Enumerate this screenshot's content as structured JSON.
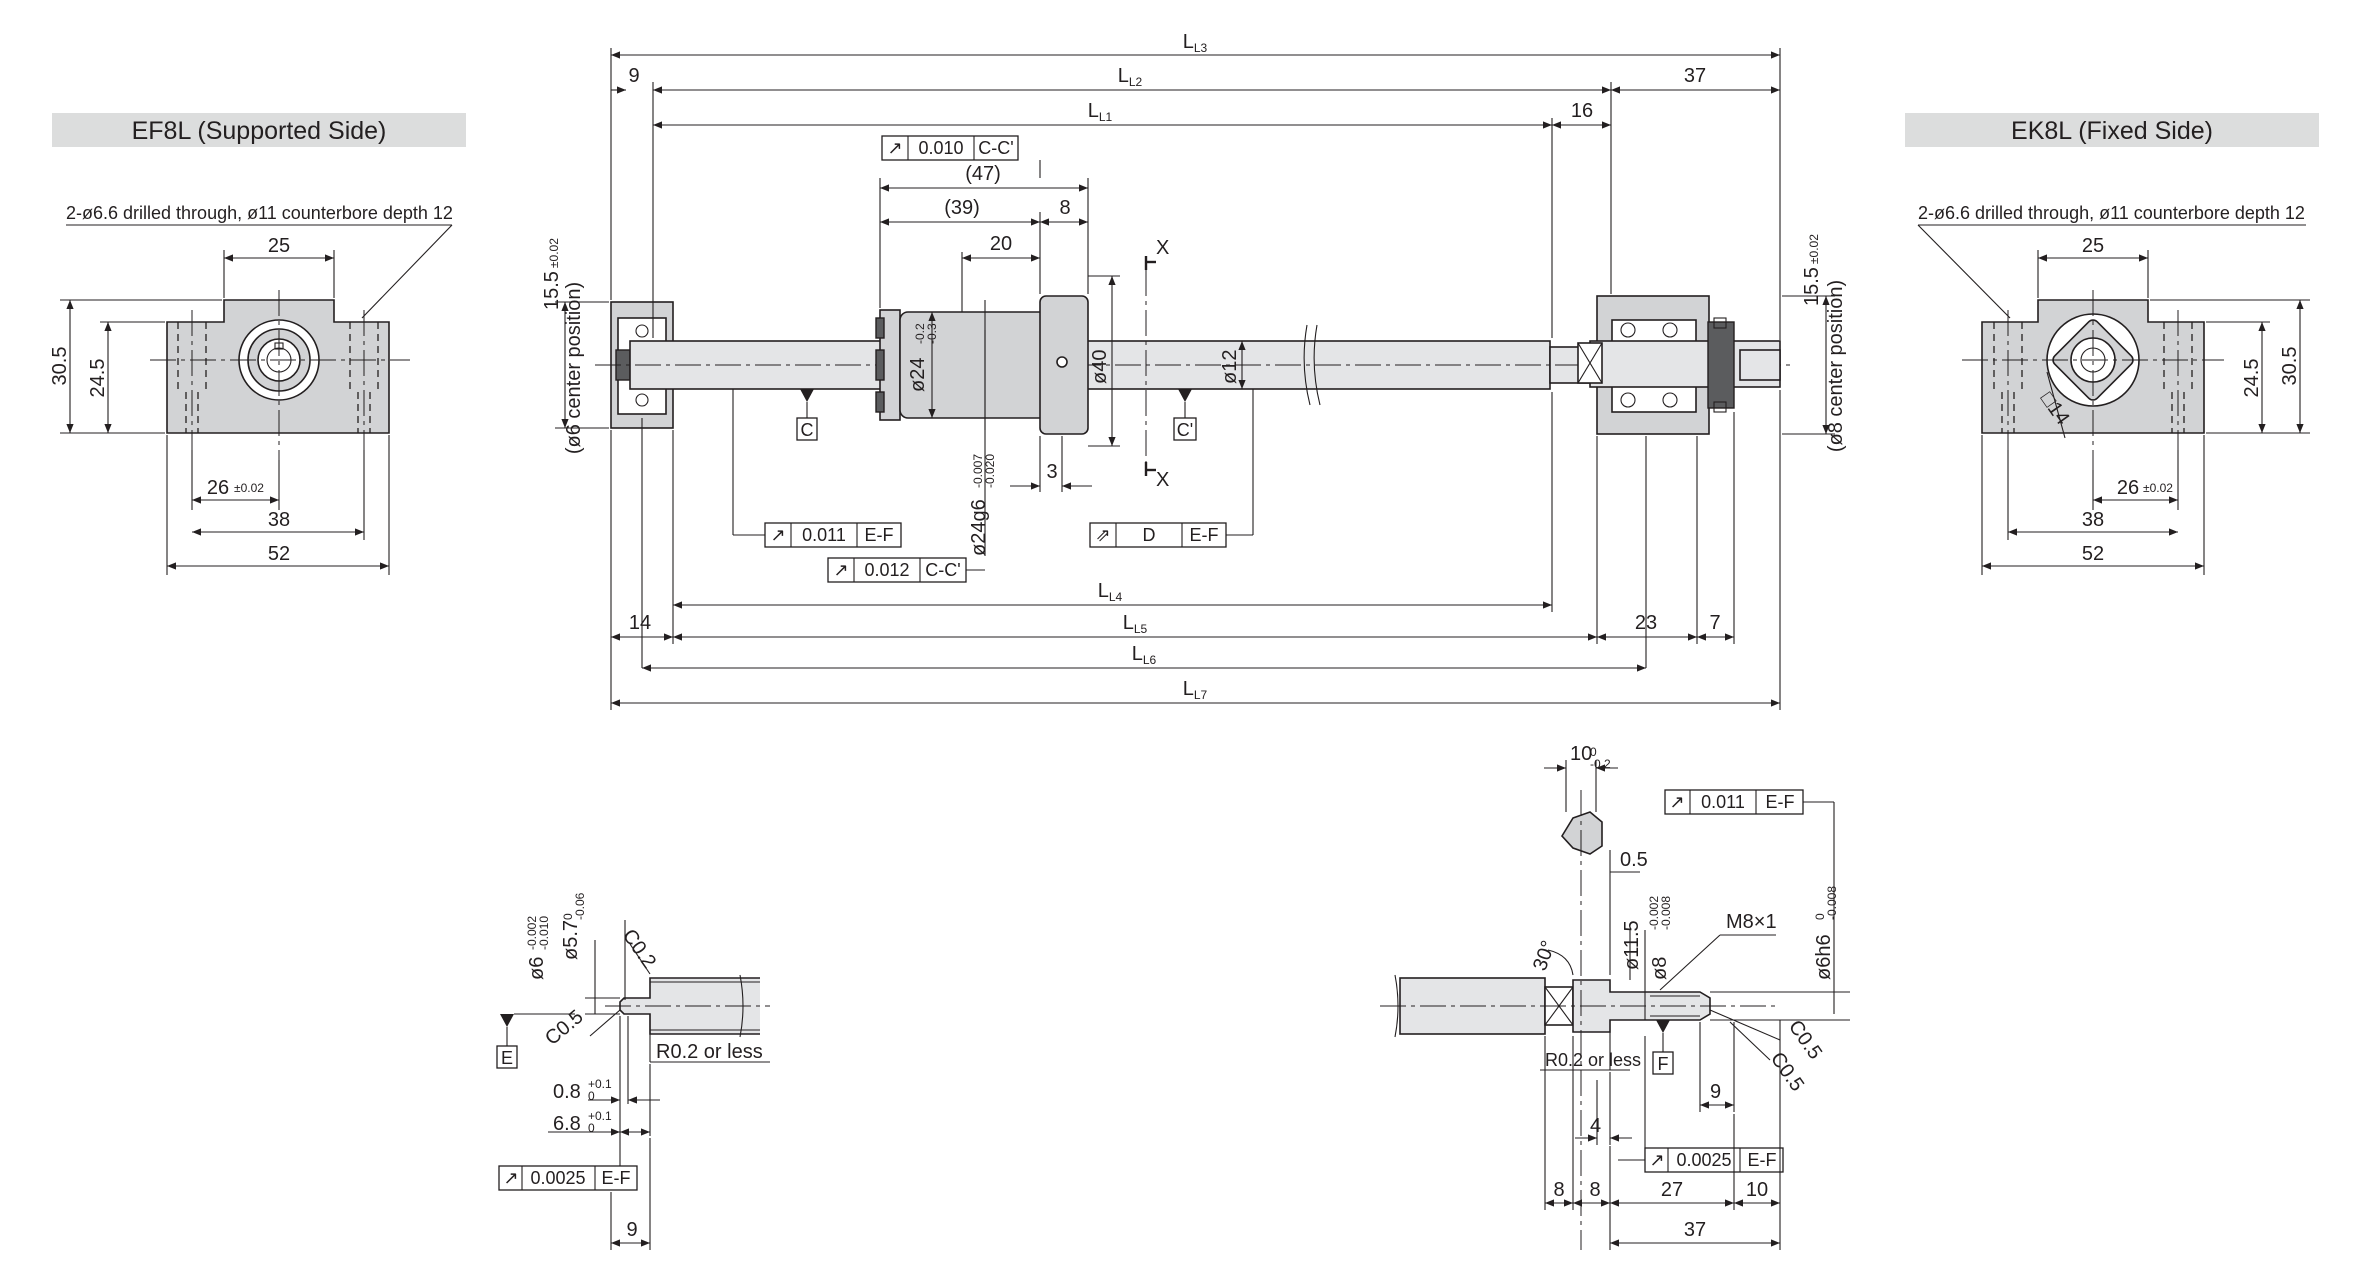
{
  "headers": {
    "left": "EF8L (Supported Side)",
    "right": "EK8L (Fixed Side)"
  },
  "left_view": {
    "note": "2-ø6.6 drilled through, ø11 counterbore depth 12",
    "dim_top": "25",
    "dim_h1": "30.5",
    "dim_h2": "24.5",
    "dim_26": "26",
    "tol_26": "±0.02",
    "dim_38": "38",
    "dim_52": "52"
  },
  "right_view": {
    "note": "2-ø6.6 drilled through, ø11 counterbore depth 12",
    "dim_top": "25",
    "dim_h1": "30.5",
    "dim_h2": "24.5",
    "dim_26": "26",
    "tol_26": "±0.02",
    "dim_38": "38",
    "dim_52": "52",
    "square": "14"
  },
  "main": {
    "L3": "L3",
    "L2": "L2",
    "L1": "L1",
    "L4": "L4",
    "L5": "L5",
    "L6": "L6",
    "L7": "L7",
    "d9": "9",
    "d37": "37",
    "d16": "16",
    "d47": "(47)",
    "d39": "(39)",
    "d8": "8",
    "d20": "20",
    "d3": "3",
    "d14": "14",
    "d23": "23",
    "d7": "7",
    "dia24": "ø24",
    "dia24_tol_u": "-0.2",
    "dia24_tol_l": "-0.3",
    "dia40": "ø40",
    "dia12": "ø12",
    "dia24g6": "ø24g6",
    "g6_tol_u": "-0.007",
    "g6_tol_l": "-0.020",
    "left_center": "15.5",
    "left_center_tol": "±0.02",
    "left_center_note": "(ø6 center position)",
    "right_center": "15.5",
    "right_center_tol": "±0.02",
    "right_center_note": "(ø8 center position)",
    "datum_c": "C",
    "datum_c2": "C'",
    "sec_x": "X",
    "fcf1_val": "0.010",
    "fcf1_ref": "C-C'",
    "fcf2_val": "0.011",
    "fcf2_ref": "E-F",
    "fcf3_val": "0.012",
    "fcf3_ref": "C-C'",
    "fcf4_val": "D",
    "fcf4_ref": "E-F"
  },
  "left_detail": {
    "dia6": "ø6",
    "dia6_tol_u": "-0.002",
    "dia6_tol_l": "-0.010",
    "dia57": "ø5.7",
    "dia57_tol_u": "0",
    "dia57_tol_l": "-0.06",
    "c02": "C0.2",
    "c05": "C0.5",
    "r02": "R0.2 or less",
    "d08": "0.8",
    "d08_tol_u": "+0.1",
    "d08_tol_l": "0",
    "d68": "6.8",
    "d68_tol_u": "+0.1",
    "d68_tol_l": "0",
    "datum_e": "E",
    "fcf_val": "0.0025",
    "fcf_ref": "E-F",
    "d9": "9"
  },
  "right_detail": {
    "d10": "10",
    "d10_tol_u": "0",
    "d10_tol_l": "-0.2",
    "fcf_top_val": "0.011",
    "fcf_top_ref": "E-F",
    "d05": "0.5",
    "ang30": "30°",
    "dia115": "ø11.5",
    "dia8": "ø8",
    "dia8_tol_u": "-0.002",
    "dia8_tol_l": "-0.008",
    "m8": "M8×1",
    "dia6h6": "ø6h6",
    "h6_tol_u": "0",
    "h6_tol_l": "-0.008",
    "c05a": "C0.5",
    "c05b": "C0.5",
    "r02": "R0.2 or less",
    "datum_f": "F",
    "d9": "9",
    "d4": "4",
    "fcf_val": "0.0025",
    "fcf_ref": "E-F",
    "d8a": "8",
    "d8b": "8",
    "d27": "27",
    "d10b": "10",
    "d37": "37"
  }
}
